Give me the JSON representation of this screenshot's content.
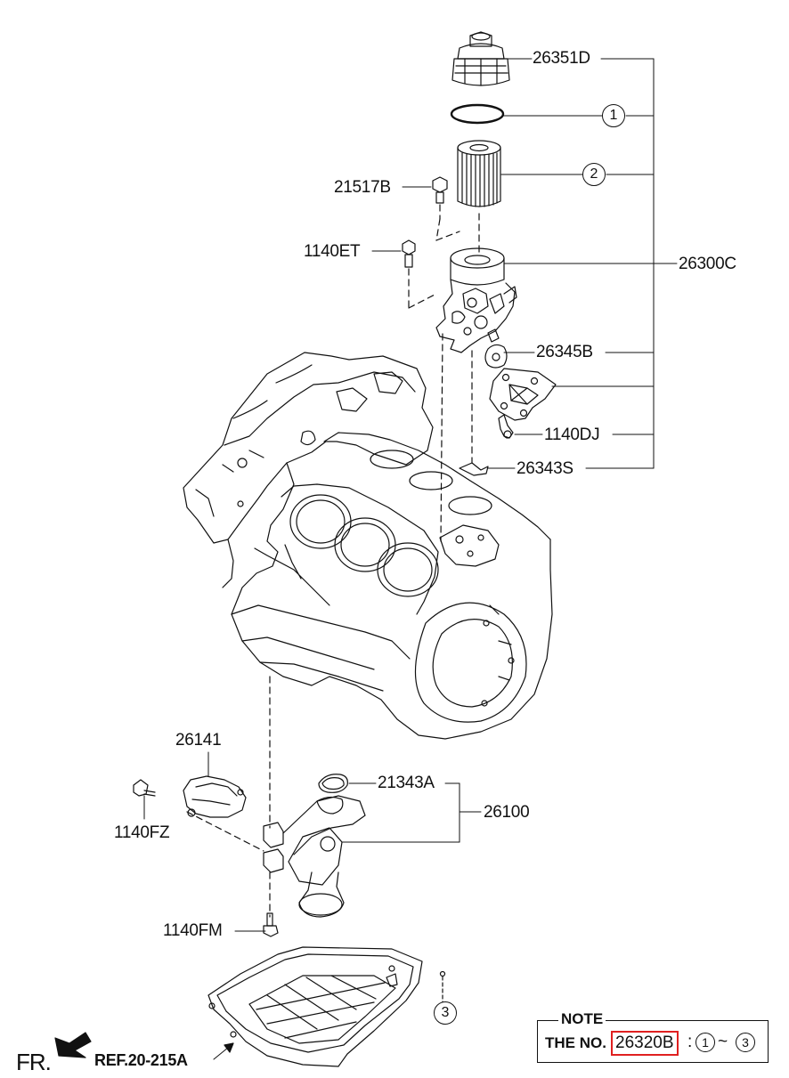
{
  "parts": {
    "p26351D": "26351D",
    "p21517B": "21517B",
    "p1140ET": "1140ET",
    "p26300C": "26300C",
    "p26345B": "26345B",
    "p1140DJ": "1140DJ",
    "p26343S": "26343S",
    "p26141": "26141",
    "p21343A": "21343A",
    "p26100": "26100",
    "p1140FZ": "1140FZ",
    "p1140FM": "1140FM"
  },
  "callouts": {
    "c1": "1",
    "c2": "2",
    "c3": "3"
  },
  "note": {
    "title": "NOTE",
    "prefix": "THE NO.",
    "part_number": "26320B",
    "colon": ":",
    "range_start": "1",
    "tilde": "~",
    "range_end": "3"
  },
  "front_marker": "FR.",
  "reference": "REF.20-215A",
  "colors": {
    "line": "#111111",
    "highlight": "#e02020",
    "background": "#ffffff"
  }
}
